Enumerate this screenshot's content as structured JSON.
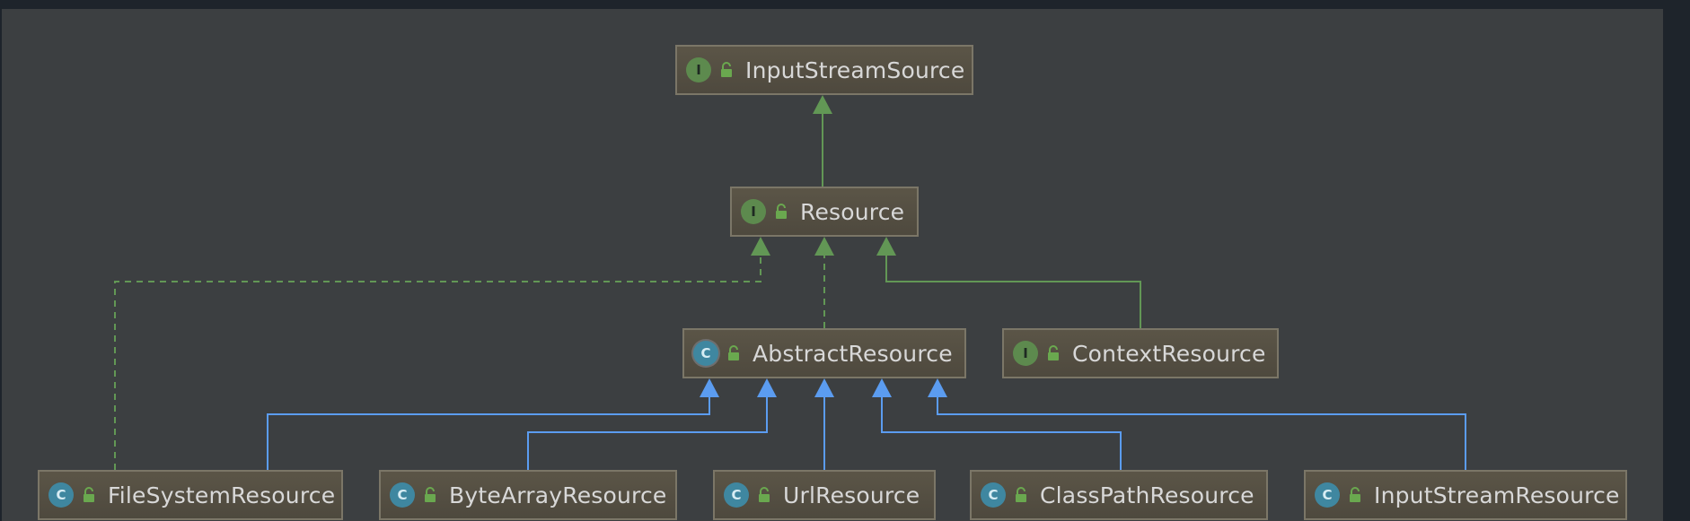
{
  "colors": {
    "background": "#3c3f41",
    "outer_background": "#1e242b",
    "node_border": "#7b7667",
    "interface_edge": "#629755",
    "class_edge": "#5b9cf0",
    "interface_badge": "#5d8a4e",
    "class_badge": "#3f87a0"
  },
  "nodes": [
    {
      "id": "InputStreamSource",
      "label": "InputStreamSource",
      "kind": "interface",
      "badge": "I",
      "icon": "interface-badge-icon"
    },
    {
      "id": "Resource",
      "label": "Resource",
      "kind": "interface",
      "badge": "I",
      "icon": "interface-badge-icon"
    },
    {
      "id": "AbstractResource",
      "label": "AbstractResource",
      "kind": "abstract",
      "badge": "C",
      "icon": "abstract-class-badge-icon"
    },
    {
      "id": "ContextResource",
      "label": "ContextResource",
      "kind": "interface",
      "badge": "I",
      "icon": "interface-badge-icon"
    },
    {
      "id": "FileSystemResource",
      "label": "FileSystemResource",
      "kind": "class",
      "badge": "C",
      "icon": "class-badge-icon"
    },
    {
      "id": "ByteArrayResource",
      "label": "ByteArrayResource",
      "kind": "class",
      "badge": "C",
      "icon": "class-badge-icon"
    },
    {
      "id": "UrlResource",
      "label": "UrlResource",
      "kind": "class",
      "badge": "C",
      "icon": "class-badge-icon"
    },
    {
      "id": "ClassPathResource",
      "label": "ClassPathResource",
      "kind": "class",
      "badge": "C",
      "icon": "class-badge-icon"
    },
    {
      "id": "InputStreamResource",
      "label": "InputStreamResource",
      "kind": "class",
      "badge": "C",
      "icon": "class-badge-icon"
    }
  ],
  "edges": [
    {
      "from": "Resource",
      "to": "InputStreamSource",
      "type": "extends-interface"
    },
    {
      "from": "AbstractResource",
      "to": "Resource",
      "type": "implements"
    },
    {
      "from": "ContextResource",
      "to": "Resource",
      "type": "extends-interface"
    },
    {
      "from": "FileSystemResource",
      "to": "Resource",
      "type": "implements"
    },
    {
      "from": "FileSystemResource",
      "to": "AbstractResource",
      "type": "extends-class"
    },
    {
      "from": "ByteArrayResource",
      "to": "AbstractResource",
      "type": "extends-class"
    },
    {
      "from": "UrlResource",
      "to": "AbstractResource",
      "type": "extends-class"
    },
    {
      "from": "ClassPathResource",
      "to": "AbstractResource",
      "type": "extends-class"
    },
    {
      "from": "InputStreamResource",
      "to": "AbstractResource",
      "type": "extends-class"
    }
  ]
}
